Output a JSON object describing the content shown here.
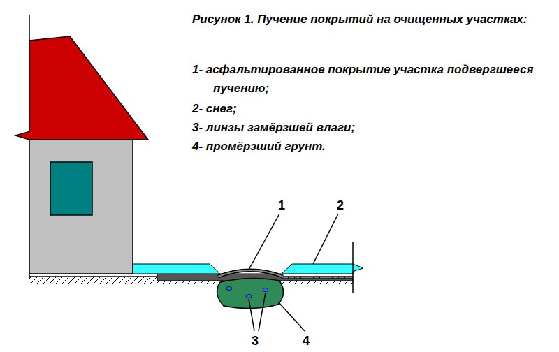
{
  "diagram": {
    "title": "Рисунок 1. Пучение покрытий на очищенных участках:",
    "labels": [
      "1- асфальтированное покрытие участка подвергшееся пучению;",
      "2- снег;",
      "3- линзы замёрзшей влаги;",
      "4- промёрзший грунт.",
      "1",
      "2",
      "3",
      "4"
    ]
  }
}
